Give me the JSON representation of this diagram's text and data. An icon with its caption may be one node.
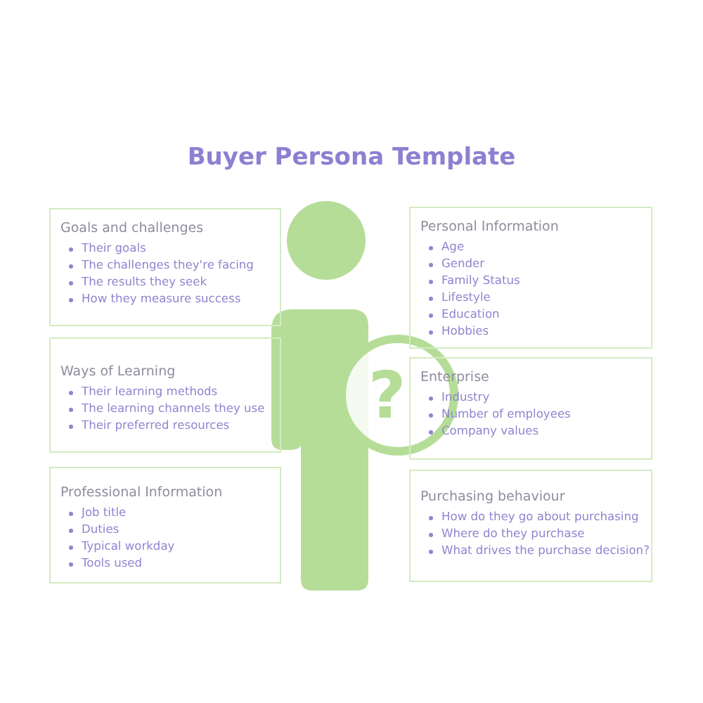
{
  "diagram": {
    "title": "Buyer Persona Template",
    "nodes": [
      {
        "text": [
          "Goals and challenges",
          "Their goals",
          "The challenges they're facing",
          "The results they seek",
          "How they measure success"
        ]
      },
      {
        "text": [
          "Ways of Learning",
          "Their learning methods",
          "The learning channels they use",
          "Their preferred resources"
        ]
      },
      {
        "text": [
          "Professional Information",
          "Job title",
          "Duties",
          "Typical workday",
          "Tools used"
        ]
      },
      {
        "text": [
          "Personal Information",
          "Age",
          "Gender",
          "Family Status",
          "Lifestyle",
          "Education",
          "Hobbies"
        ]
      },
      {
        "text": [
          "Enterprise",
          "Industry",
          "Number of employees",
          "Company values"
        ]
      },
      {
        "text": [
          "Purchasing behaviour",
          "How do they go about purchasing",
          "Where do they purchase",
          "What drives the purchase decision?"
        ]
      }
    ],
    "labels": [
      "?"
    ]
  }
}
